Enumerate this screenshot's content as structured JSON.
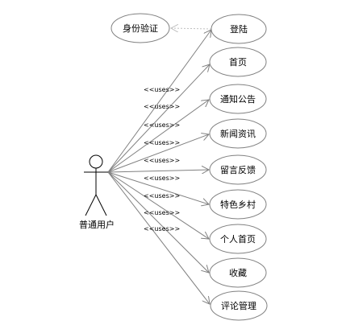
{
  "actor": {
    "name": "普通用户",
    "icon": "actor-stick-figure-icon"
  },
  "use_cases": [
    {
      "key": "login",
      "label": "登陆"
    },
    {
      "key": "home",
      "label": "首页"
    },
    {
      "key": "notice",
      "label": "通知公告"
    },
    {
      "key": "news",
      "label": "新闻资讯"
    },
    {
      "key": "feedback",
      "label": "留言反馈"
    },
    {
      "key": "village",
      "label": "特色乡村"
    },
    {
      "key": "profile",
      "label": "个人首页"
    },
    {
      "key": "favorites",
      "label": "收藏"
    },
    {
      "key": "comments",
      "label": "评论管理"
    }
  ],
  "auth_use_case": {
    "label": "身份验证"
  },
  "associations": [
    {
      "from": "actor",
      "to": "home",
      "stereotype": "<<uses>>"
    },
    {
      "from": "actor",
      "to": "notice",
      "stereotype": "<<uses>>"
    },
    {
      "from": "actor",
      "to": "news",
      "stereotype": "<<uses>>"
    },
    {
      "from": "actor",
      "to": "feedback",
      "stereotype": "<<uses>>"
    },
    {
      "from": "actor",
      "to": "village",
      "stereotype": "<<uses>>"
    },
    {
      "from": "actor",
      "to": "profile",
      "stereotype": "<<uses>>"
    },
    {
      "from": "actor",
      "to": "favorites",
      "stereotype": "<<uses>>"
    },
    {
      "from": "actor",
      "to": "comments",
      "stereotype": "<<uses>>"
    },
    {
      "from": "actor",
      "to": "login",
      "stereotype": "<<uses>>"
    }
  ],
  "include_relation": {
    "from": "login",
    "to": "auth"
  },
  "colors": {
    "line": "#808080",
    "dashed": "#c0c0c0",
    "text": "#000000",
    "background": "#ffffff"
  }
}
